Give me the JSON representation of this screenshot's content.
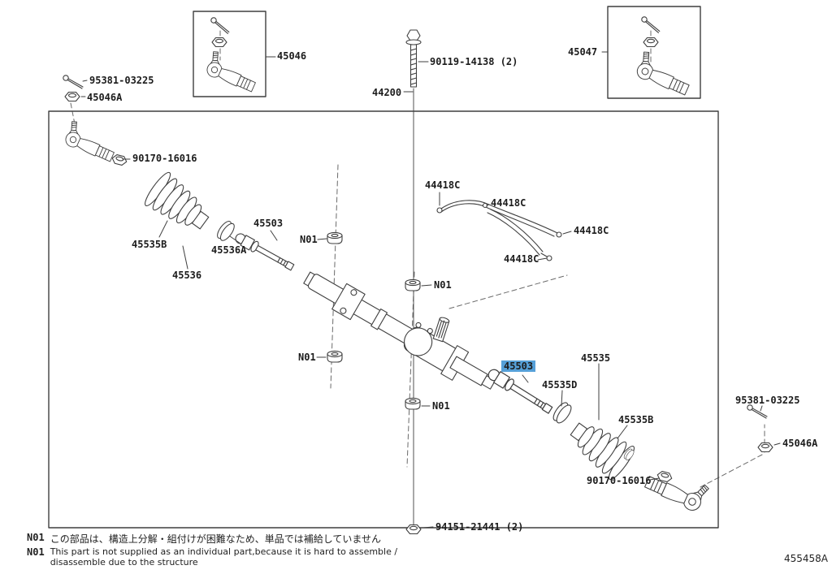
{
  "page": {
    "bg": "#ffffff",
    "line_color": "#3f3f3f",
    "highlight_bg": "#56a0d8",
    "highlighted_part": "45503"
  },
  "labels": [
    {
      "text": "95381-03225"
    },
    {
      "text": "45046A"
    },
    {
      "text": "45046"
    },
    {
      "text": "90119-14138 (2)"
    },
    {
      "text": "45047"
    },
    {
      "text": "44200"
    },
    {
      "text": "90170-16016"
    },
    {
      "text": "44418C"
    },
    {
      "text": "44418C"
    },
    {
      "text": "44418C"
    },
    {
      "text": "44418C"
    },
    {
      "text": "45503"
    },
    {
      "text": "N01"
    },
    {
      "text": "45535B"
    },
    {
      "text": "45536A"
    },
    {
      "text": "45536"
    },
    {
      "text": "N01"
    },
    {
      "text": "N01"
    },
    {
      "text": "45503"
    },
    {
      "text": "45535"
    },
    {
      "text": "45535D"
    },
    {
      "text": "45535B"
    },
    {
      "text": "N01"
    },
    {
      "text": "95381-03225"
    },
    {
      "text": "45046A"
    },
    {
      "text": "90170-16016"
    },
    {
      "text": "94151-21441 (2)"
    }
  ],
  "footer": {
    "note_code": "N01",
    "note_jp": "この部品は、構造上分解・組付けが困難なため、単品では補給していません",
    "note_en_line1": "This part is not supplied as an individual part,because it is hard to assemble /",
    "note_en_line2": "disassemble due to the structure",
    "drawing_number": "455458A"
  }
}
